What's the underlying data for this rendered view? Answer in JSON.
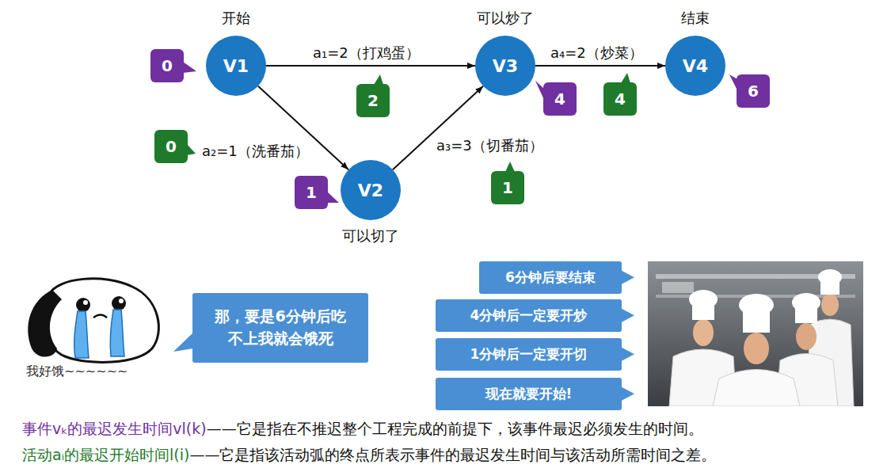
{
  "diagram": {
    "nodes": [
      {
        "text": [
          "开始",
          "V1"
        ]
      },
      {
        "text": [
          "V2",
          "可以切了"
        ]
      },
      {
        "text": [
          "可以炒了",
          "V3"
        ]
      },
      {
        "text": [
          "结束",
          "V4"
        ]
      },
      {
        "text": [
          "0"
        ]
      },
      {
        "text": [
          "1"
        ]
      },
      {
        "text": [
          "4"
        ]
      },
      {
        "text": [
          "6"
        ]
      },
      {
        "text": [
          "2"
        ]
      },
      {
        "text": [
          "0"
        ]
      },
      {
        "text": [
          "1"
        ]
      },
      {
        "text": [
          "4"
        ]
      },
      {
        "text": [
          "那，要是6分钟后吃 不上我就会饿死"
        ]
      },
      {
        "text": [
          "6分钟后要结束"
        ]
      },
      {
        "text": [
          "4分钟后一定要开炒"
        ]
      },
      {
        "text": [
          "1分钟后一定要开切"
        ]
      },
      {
        "text": [
          "现在就要开始!"
        ]
      }
    ],
    "edges": [
      {
        "from": 0,
        "to": 2,
        "arrow": "to",
        "label": "a₁=2（打鸡蛋）"
      },
      {
        "from": 0,
        "to": 1,
        "arrow": "to",
        "label": "a₂=1（洗番茄）"
      },
      {
        "from": 1,
        "to": 2,
        "arrow": "to",
        "label": "a₃=3（切番茄）"
      },
      {
        "from": 2,
        "to": 3,
        "arrow": "to",
        "label": "a₄=2（炒菜）"
      }
    ],
    "labels": [
      "我好饿~~~~~~",
      "事件vₖ的最迟发生时间vl(k)",
      "——它是指在不推迟整个工程完成的前提下，该事件最迟必须发生的时间。",
      "活动aᵢ的最迟开始时间l(i)",
      "——它是指该活动弧的终点所表示事件的最迟发生时间与该活动所需时间之差。"
    ]
  }
}
